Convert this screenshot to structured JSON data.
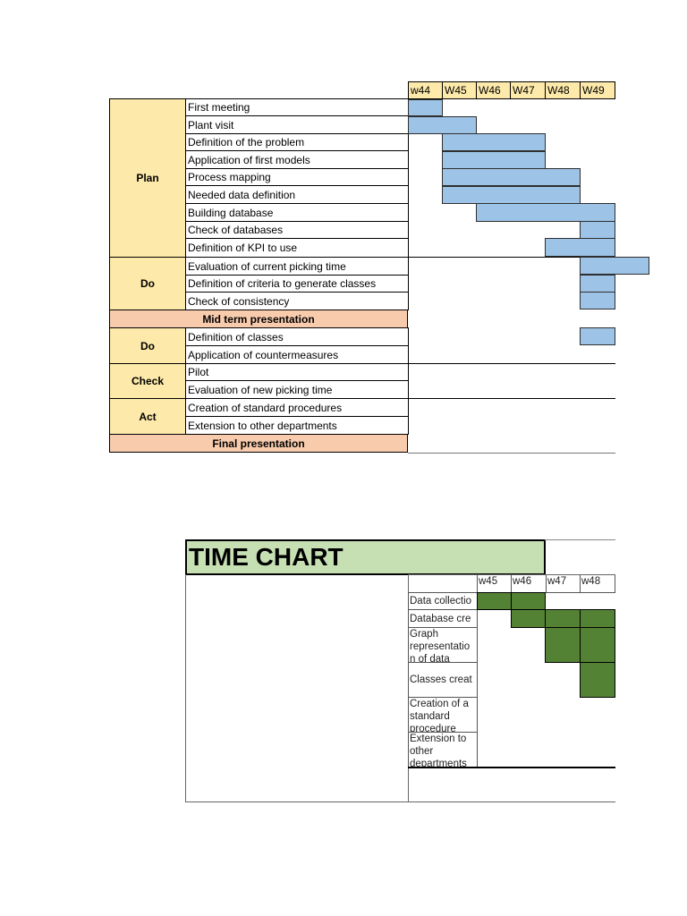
{
  "chart1": {
    "weeks": [
      "w44",
      "W45",
      "W46",
      "W47",
      "W48",
      "W49"
    ],
    "phases": {
      "plan": "Plan",
      "do1": "Do",
      "do2": "Do",
      "check": "Check",
      "act": "Act"
    },
    "tasks": [
      {
        "label": "First meeting",
        "start": "w44",
        "end": "w44"
      },
      {
        "label": "Plant visit",
        "start": "w44",
        "end": "W45"
      },
      {
        "label": "Definition of the problem",
        "start": "W45",
        "end": "W47"
      },
      {
        "label": "Application of first models",
        "start": "W45",
        "end": "W47"
      },
      {
        "label": "Process mapping",
        "start": "W45",
        "end": "W48"
      },
      {
        "label": "Needed data definition",
        "start": "W45",
        "end": "W48"
      },
      {
        "label": "Building database",
        "start": "W46",
        "end": "W49"
      },
      {
        "label": "Check of databases",
        "start": "W49",
        "end": "W49"
      },
      {
        "label": "Definition of KPI to use",
        "start": "W48",
        "end": "W49"
      },
      {
        "label": "Evaluation of current picking time",
        "start": "W49",
        "end": "after W49"
      },
      {
        "label": "Definition of criteria to generate classes",
        "start": "W49",
        "end": "W49"
      },
      {
        "label": "Check of consistency",
        "start": "W49",
        "end": "W49"
      },
      {
        "label": "Definition of classes",
        "start": "W49",
        "end": "W49"
      },
      {
        "label": "Application of countermeasures"
      },
      {
        "label": "Pilot"
      },
      {
        "label": "Evaluation of new picking time"
      },
      {
        "label": "Creation of standard procedures"
      },
      {
        "label": "Extension to other departments"
      }
    ],
    "mid_term": "Mid term presentation",
    "final": "Final presentation"
  },
  "chart2": {
    "title": "TIME CHART",
    "weeks": [
      "w45",
      "w46",
      "w47",
      "w48"
    ],
    "tasks": [
      {
        "label": "Data collectio",
        "start": "w45",
        "end": "w46"
      },
      {
        "label": "Database cre",
        "start": "w46",
        "end": "w48"
      },
      {
        "label": "Graph representatio n of data",
        "start": "w47",
        "end": "w48"
      },
      {
        "label": "Classes creat",
        "start": "w48",
        "end": "w48"
      },
      {
        "label": "Creation of a standard procedure"
      },
      {
        "label": "Extension to other departments"
      }
    ]
  },
  "colors": {
    "phase_fill": "#fde9a9",
    "presentation_fill": "#f8cbad",
    "bar_blue": "#9dc3e6",
    "bar_green": "#548235",
    "title_fill": "#c6e0b4"
  }
}
